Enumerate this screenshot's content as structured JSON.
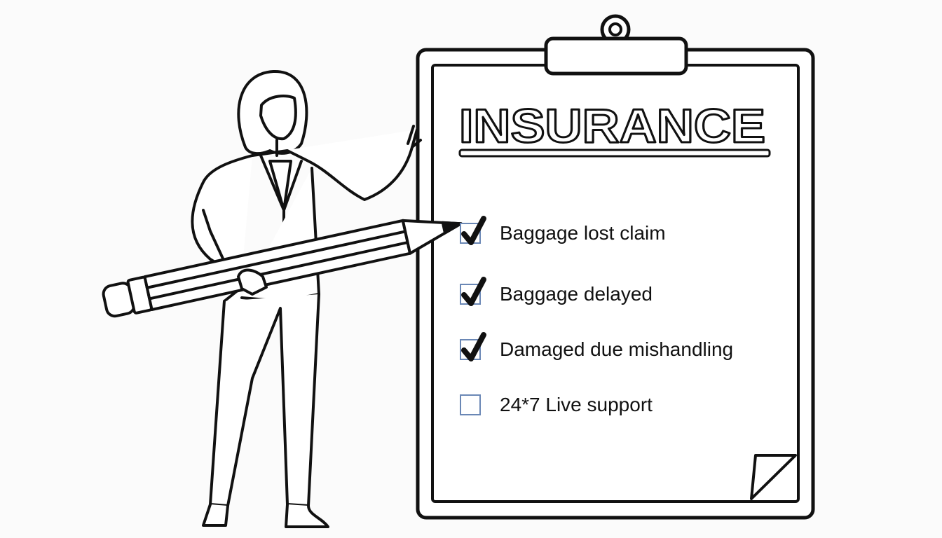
{
  "clipboard": {
    "title": "INSURANCE",
    "items": [
      {
        "label": "Baggage lost claim",
        "checked": true
      },
      {
        "label": "Baggage delayed",
        "checked": true
      },
      {
        "label": "Damaged due mishandling",
        "checked": true
      },
      {
        "label": "24*7 Live support",
        "checked": false
      }
    ]
  },
  "colors": {
    "line": "#111111",
    "checkbox_border": "#6a87b5",
    "background": "#fbfbfb"
  }
}
